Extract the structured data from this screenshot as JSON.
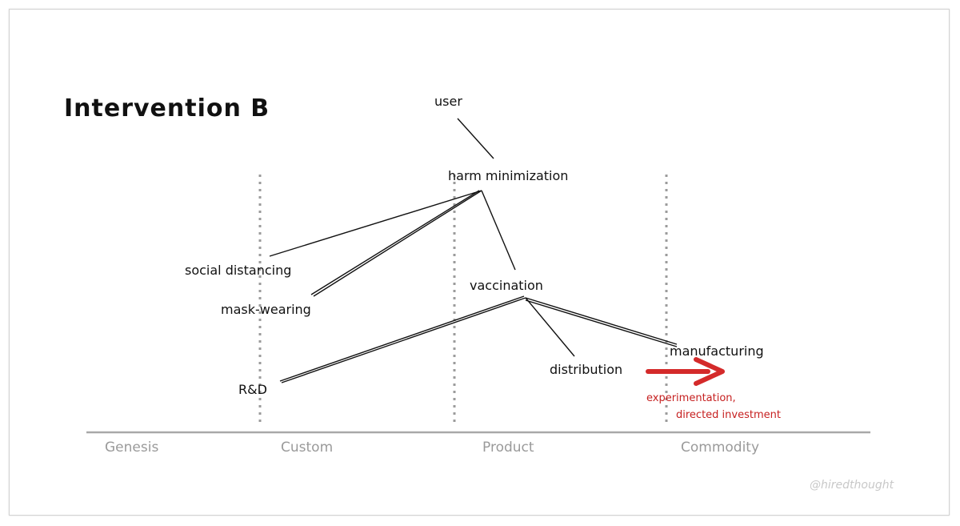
{
  "title": "Intervention B",
  "nodes": {
    "user": "user",
    "harm_minimization": "harm minimization",
    "social_distancing": "social distancing",
    "mask_wearing": "mask-wearing",
    "vaccination": "vaccination",
    "rnd": "R&D",
    "distribution": "distribution",
    "manufacturing": "manufacturing"
  },
  "evolution_axis": [
    "Genesis",
    "Custom",
    "Product",
    "Commodity"
  ],
  "annotation": {
    "line1": "experimentation,",
    "line2": "directed investment"
  },
  "credit": "@hiredthought",
  "colors": {
    "ink": "#111111",
    "stage_label": "#9a9a9a",
    "divider": "#9b9b9b",
    "axis": "#a8a8a8",
    "arrow": "#d42a2a",
    "credit": "#c8c8c8"
  }
}
